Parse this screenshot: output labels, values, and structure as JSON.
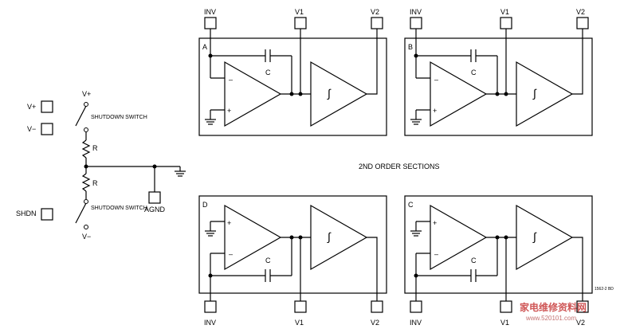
{
  "left_pins": {
    "vplus": "V+",
    "vminus": "V−",
    "shdn": "SHDN"
  },
  "rails": {
    "top": "V+",
    "bottom": "V−"
  },
  "switch_label": "SHUTDOWN SWITCH",
  "resistor_label": "R",
  "agnd": "AGND",
  "center_title": "2ND ORDER SECTIONS",
  "pins": {
    "inv": "INV",
    "v1": "V1",
    "v2": "V2"
  },
  "cap_label": "C",
  "integrator_symbol": "∫",
  "opamp_signs": {
    "minus": "–",
    "plus": "+"
  },
  "sections": [
    {
      "letter": "A"
    },
    {
      "letter": "B"
    },
    {
      "letter": "D"
    },
    {
      "letter": "C"
    }
  ],
  "figure_code": "1562-2 BD",
  "watermark": {
    "text": "家电维修资料网",
    "url": "www.520101.com"
  }
}
